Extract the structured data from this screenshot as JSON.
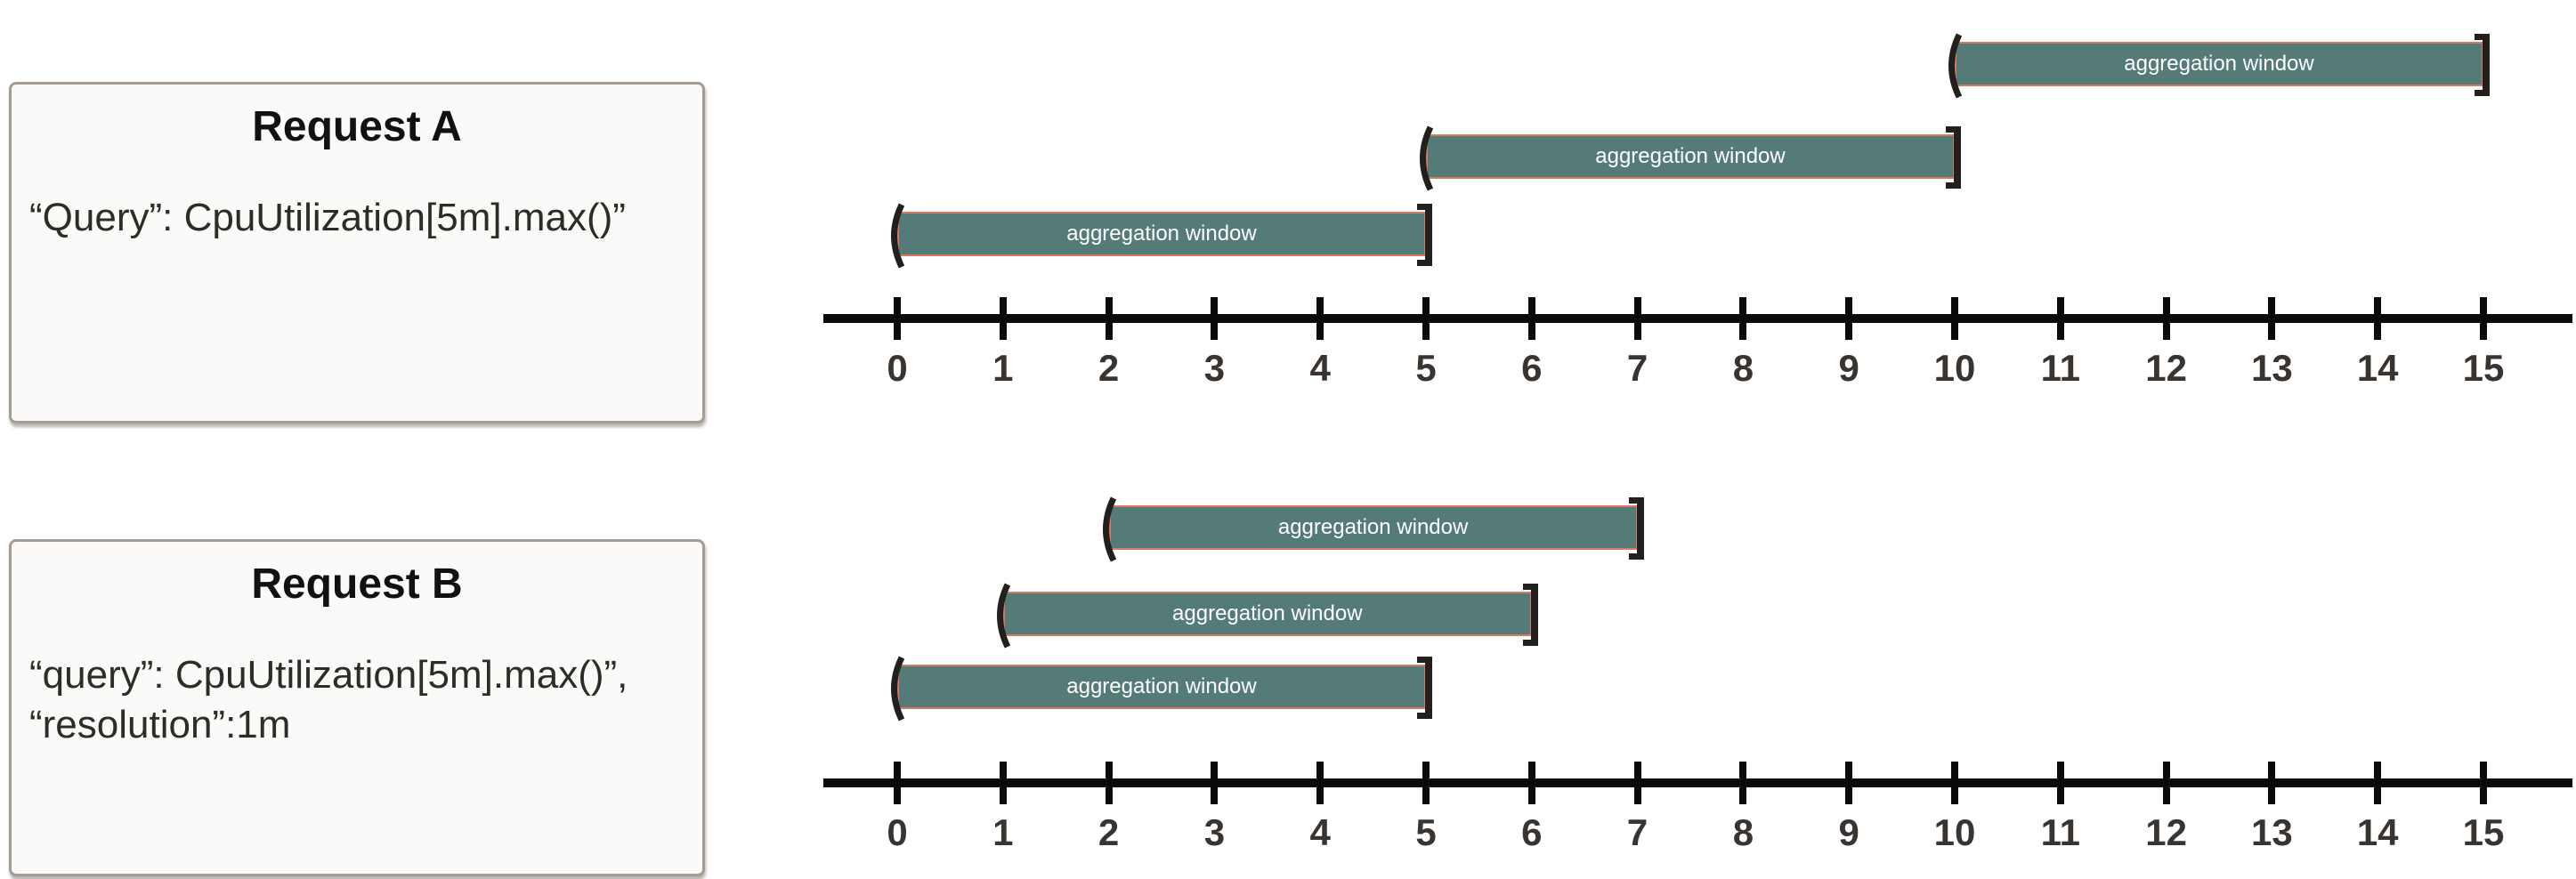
{
  "request_a": {
    "title": "Request A",
    "lines": [
      "“Query”: CpuUtilization[5m].max()”"
    ]
  },
  "request_b": {
    "title": "Request B",
    "lines": [
      "“query”: CpuUtilization[5m].max()”,",
      "“resolution”:1m"
    ]
  },
  "window_label": "aggregation window",
  "colors": {
    "bar_fill": "#557b78",
    "bar_border": "#d87a62",
    "bar_text": "#ffffff",
    "axis": "#0a0a0a",
    "tick_label": "#3a3430",
    "bracket": "#221f1c",
    "box_bg": "#fbfaf9",
    "box_border": "#a59d94"
  },
  "chart_data": [
    {
      "type": "timeline",
      "title": "Request A aggregation windows",
      "axis_range": [
        0,
        15
      ],
      "axis_ticks": [
        0,
        1,
        2,
        3,
        4,
        5,
        6,
        7,
        8,
        9,
        10,
        11,
        12,
        13,
        14,
        15
      ],
      "interval_style": "open-start closed-end ( ]",
      "windows": [
        {
          "label": "aggregation window",
          "start": 0,
          "end": 5,
          "row": 0
        },
        {
          "label": "aggregation window",
          "start": 5,
          "end": 10,
          "row": 1
        },
        {
          "label": "aggregation window",
          "start": 10,
          "end": 15,
          "row": 2
        }
      ]
    },
    {
      "type": "timeline",
      "title": "Request B aggregation windows",
      "axis_range": [
        0,
        15
      ],
      "axis_ticks": [
        0,
        1,
        2,
        3,
        4,
        5,
        6,
        7,
        8,
        9,
        10,
        11,
        12,
        13,
        14,
        15
      ],
      "interval_style": "open-start closed-end ( ]",
      "windows": [
        {
          "label": "aggregation window",
          "start": 0,
          "end": 5,
          "row": 0
        },
        {
          "label": "aggregation window",
          "start": 1,
          "end": 6,
          "row": 1
        },
        {
          "label": "aggregation window",
          "start": 2,
          "end": 7,
          "row": 2
        }
      ]
    }
  ]
}
